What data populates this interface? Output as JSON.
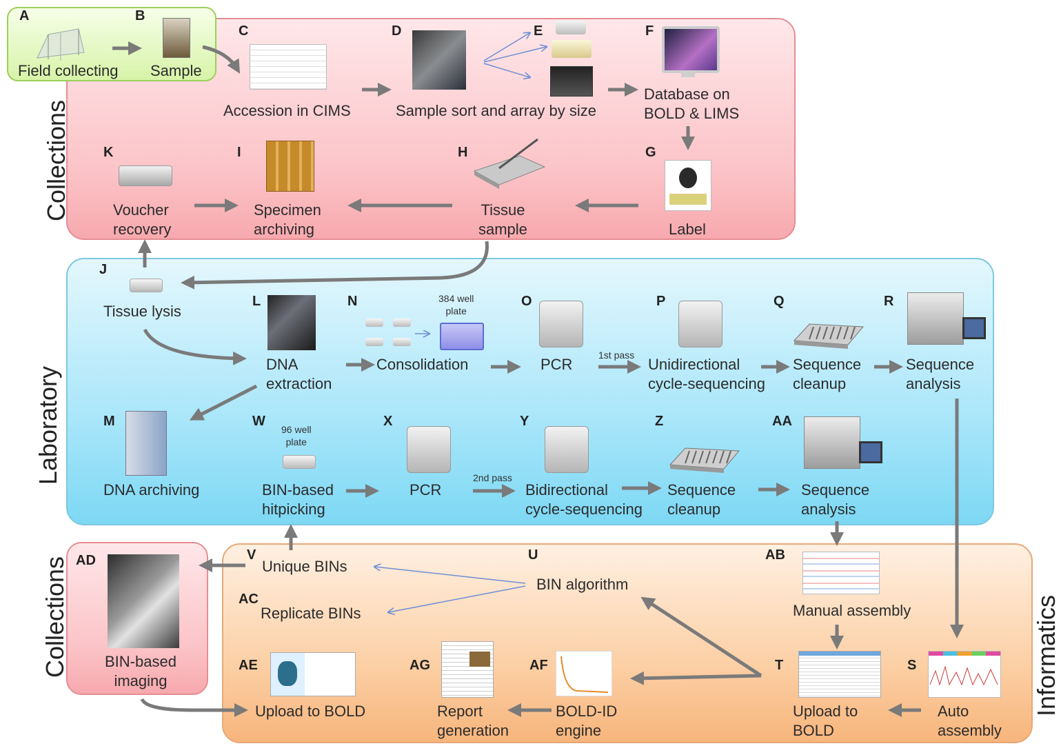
{
  "sections": {
    "collections_top": "Collections",
    "laboratory": "Laboratory",
    "collections_bottom": "Collections",
    "informatics": "Informatics"
  },
  "steps": {
    "A": {
      "letter": "A",
      "label": "Field collecting"
    },
    "B": {
      "letter": "B",
      "label": "Sample"
    },
    "C": {
      "letter": "C",
      "label": "Accession in CIMS"
    },
    "D": {
      "letter": "D",
      "label": "Sample sort and array by size"
    },
    "E": {
      "letter": "E"
    },
    "F": {
      "letter": "F",
      "label": "Database on\nBOLD & LIMS"
    },
    "G": {
      "letter": "G",
      "label": "Label"
    },
    "H": {
      "letter": "H",
      "label": "Tissue\nsample"
    },
    "I": {
      "letter": "I",
      "label": "Specimen\narchiving"
    },
    "K": {
      "letter": "K",
      "label": "Voucher\nrecovery"
    },
    "J": {
      "letter": "J",
      "label": "Tissue lysis"
    },
    "L": {
      "letter": "L",
      "label": "DNA\nextraction"
    },
    "N": {
      "letter": "N",
      "label": "Consolidation",
      "note": "384 well\nplate"
    },
    "O": {
      "letter": "O",
      "label": "PCR"
    },
    "P": {
      "letter": "P",
      "label": "Unidirectional\ncycle-sequencing",
      "pass": "1st pass"
    },
    "Q": {
      "letter": "Q",
      "label": "Sequence\ncleanup"
    },
    "R": {
      "letter": "R",
      "label": "Sequence\nanalysis"
    },
    "M": {
      "letter": "M",
      "label": "DNA archiving"
    },
    "W": {
      "letter": "W",
      "label": "BIN-based\nhitpicking",
      "note": "96 well\nplate"
    },
    "X": {
      "letter": "X",
      "label": "PCR"
    },
    "Y": {
      "letter": "Y",
      "label": "Bidirectional\ncycle-sequencing",
      "pass": "2nd pass"
    },
    "Z": {
      "letter": "Z",
      "label": "Sequence\ncleanup"
    },
    "AA": {
      "letter": "AA",
      "label": "Sequence\nanalysis"
    },
    "AD": {
      "letter": "AD",
      "label": "BIN-based\nimaging"
    },
    "V": {
      "letter": "V",
      "label": "Unique  BINs"
    },
    "AC": {
      "letter": "AC",
      "label": "Replicate BINs"
    },
    "U": {
      "letter": "U",
      "label": "BIN algorithm"
    },
    "AB": {
      "letter": "AB",
      "label": "Manual assembly"
    },
    "AE": {
      "letter": "AE",
      "label": "Upload  to BOLD"
    },
    "AG": {
      "letter": "AG",
      "label": "Report\ngeneration"
    },
    "AF": {
      "letter": "AF",
      "label": "BOLD-ID\nengine"
    },
    "T": {
      "letter": "T",
      "label": "Upload  to\nBOLD"
    },
    "S": {
      "letter": "S",
      "label": "Auto\nassembly"
    }
  },
  "colors": {
    "arrow": "#7a7a7a",
    "thin_arrow": "#6d8fd6",
    "collections_panel": "#fbc3c7",
    "laboratory_panel": "#a9e6fa",
    "informatics_panel": "#fcd0a6",
    "field_panel": "#d7f3a8"
  }
}
